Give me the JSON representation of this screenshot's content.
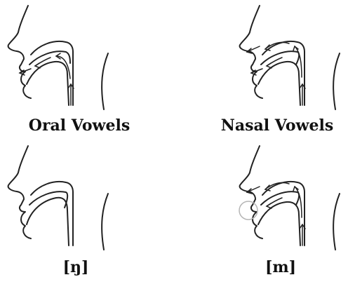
{
  "diagrams": [
    {
      "id": "oral-vowels",
      "caption": "Oral Vowels",
      "nasal_airflow": false,
      "oral_airflow": true,
      "lips_closed": false,
      "velum_lowered": false
    },
    {
      "id": "nasal-vowels",
      "caption": "Nasal Vowels",
      "nasal_airflow": true,
      "oral_airflow": true,
      "lips_closed": false,
      "velum_lowered": true
    },
    {
      "id": "velar-nasal",
      "caption": "[ŋ]",
      "nasal_airflow": false,
      "oral_airflow": false,
      "lips_closed": false,
      "velum_lowered": true
    },
    {
      "id": "bilabial-nasal",
      "caption": "[m]",
      "nasal_airflow": true,
      "oral_airflow": true,
      "lips_closed": true,
      "velum_lowered": true
    }
  ],
  "colors": {
    "line": "#222222",
    "arrow": "#222222",
    "lip_circle": "#b5b5b5"
  }
}
